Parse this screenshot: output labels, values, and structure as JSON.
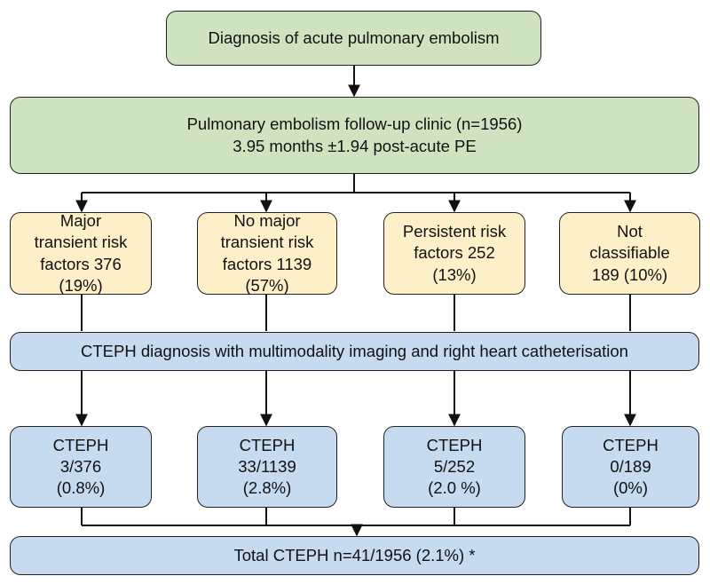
{
  "diagnosis": "Diagnosis of acute pulmonary embolism",
  "clinic": {
    "line1": "Pulmonary embolism follow-up clinic (n=1956)",
    "line2": "3.95 months ±1.94 post-acute PE"
  },
  "risk_groups": [
    {
      "lines": [
        "Major",
        "transient risk",
        "factors 376",
        "(19%)"
      ]
    },
    {
      "lines": [
        "No major",
        "transient risk",
        "factors 1139",
        "(57%)"
      ]
    },
    {
      "lines": [
        "Persistent risk",
        "factors 252",
        "(13%)"
      ]
    },
    {
      "lines": [
        "Not",
        "classifiable",
        "189 (10%)"
      ]
    }
  ],
  "imaging": "CTEPH diagnosis with multimodality imaging and right heart catheterisation",
  "outcomes": [
    {
      "lines": [
        "CTEPH",
        "3/376",
        "(0.8%)"
      ]
    },
    {
      "lines": [
        "CTEPH",
        "33/1139",
        "(2.8%)"
      ]
    },
    {
      "lines": [
        "CTEPH",
        "5/252",
        "(2.0 %)"
      ]
    },
    {
      "lines": [
        "CTEPH",
        "0/189",
        "(0%)"
      ]
    }
  ],
  "total": "Total CTEPH n=41/1956 (2.1%) *",
  "colors": {
    "green": "#cfe3c0",
    "yellow": "#fdefc8",
    "blue": "#c6dbef",
    "line": "#111111"
  }
}
